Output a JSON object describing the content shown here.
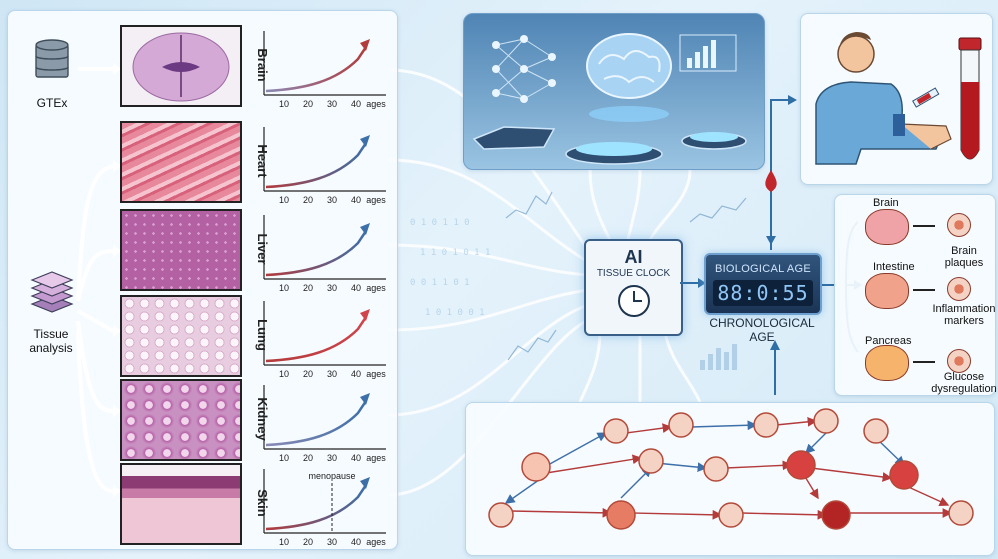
{
  "sources": {
    "gtex_label": "GTEx",
    "tissue_label": "Tissue analysis"
  },
  "tissues": [
    {
      "organ": "Brain",
      "color": "#c28ac4"
    },
    {
      "organ": "Heart",
      "color": "#d8748a"
    },
    {
      "organ": "Liver",
      "color": "#b05aa0"
    },
    {
      "organ": "Lung",
      "color": "#e9c9dc"
    },
    {
      "organ": "Kidney",
      "color": "#c27ab7"
    },
    {
      "organ": "Skin",
      "color": "#d9a1b6"
    }
  ],
  "chart_axis": {
    "ticks": [
      "10",
      "20",
      "30",
      "40"
    ],
    "xlabel": "ages"
  },
  "skin_annotation": "menopause",
  "chip": {
    "title": "AI",
    "subtitle": "TISSUE CLOCK"
  },
  "biological_age": {
    "label": "BIOLOGICAL AGE",
    "display": "88:0:55"
  },
  "chronological_age": {
    "line1": "CHRONOLOGICAL",
    "line2": "AGE"
  },
  "downstream": [
    {
      "organ": "Brain",
      "effect": "Brain plaques"
    },
    {
      "organ": "Intestine",
      "effect": "Inflammation markers"
    },
    {
      "organ": "Pancreas",
      "effect": "Glucose dysregulation"
    }
  ],
  "colors": {
    "accent": "#2f6fa6",
    "blood": "#c0262c",
    "arrow_red": "#b33b3b",
    "arrow_blue": "#3d6fa8"
  },
  "icons": [
    "database-icon",
    "tissue-stack-icon",
    "neural-network-icon",
    "brain-hologram-icon",
    "clock-icon",
    "blood-tube-icon",
    "syringe-icon",
    "blood-drop-icon"
  ]
}
